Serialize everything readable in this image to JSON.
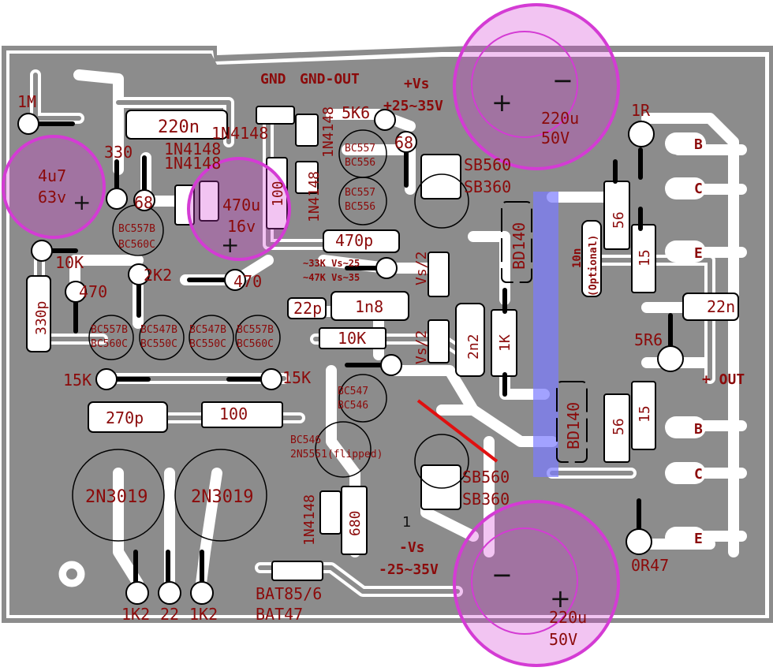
{
  "colors": {
    "board": "#8c8c8c",
    "trace": "#ffffff",
    "label": "#8b0a0a",
    "pad": "#ffffff",
    "magenta": "#d43bd4",
    "heatsink": "#7b7bff",
    "jumper": "#e01010"
  },
  "labels": {
    "r_1m": "1M",
    "c_4u7": "4u7",
    "c_63v": "63v",
    "r_10k_left": "10K",
    "c_330p": "330p",
    "r_470_left": "470",
    "r_330": "330",
    "r_68_left": "68",
    "q_bc557b_top": "BC557B",
    "q_bc560c_top": "BC560C",
    "c_220n": "220n",
    "d_1n4148_a": "1N4148",
    "d_1n4148_b": "1N4148",
    "c_470u": "470u",
    "c_16v": "16v",
    "d_1n4148_c": "1N4148",
    "r_100_vert": "100",
    "r_2k2": "2K2",
    "r_470_mid": "470",
    "gnd": "GND",
    "gnd_out": "GND-OUT",
    "d_1n4148_d": "1N4148",
    "d_1n4148_e": "1N4148",
    "r_5k6": "5K6",
    "q_bc557_a": "BC557",
    "q_bc556_a": "BC556",
    "q_bc557_b": "BC557",
    "q_bc556_b": "BC556",
    "r_68_mid": "68",
    "vs_pos": "+Vs",
    "vs_pos_range": "+25~35V",
    "c_220u_top": "220u",
    "c_50v_top": "50V",
    "r_1r": "1R",
    "d_sb560_top": "SB560",
    "d_sb360_top": "SB360",
    "c_470p": "470p",
    "r_33k_note": "~33K Vs~25",
    "r_47k_note": "~47K Vs~35",
    "vs_half_a": "Vs/2",
    "vs_half_b": "Vs/2",
    "q_bd140_top": "BD140",
    "c_10n": "10n",
    "optional": "(Optional)",
    "r_56_top": "56",
    "r_15_top": "15",
    "pin_b_top": "B",
    "pin_c_top": "C",
    "pin_e_top": "E",
    "c_22n": "22n",
    "r_5r6": "5R6",
    "out": "+ OUT",
    "c_22p": "22p",
    "c_1n8": "1n8",
    "r_10k_mid": "10K",
    "c_2n2": "2n2",
    "r_1k": "1K",
    "q_bc557b_l": "BC557B",
    "q_bc560c_l": "BC560C",
    "q_bc547b_a": "BC547B",
    "q_bc550c_a": "BC550C",
    "q_bc547b_b": "BC547B",
    "q_bc550c_b": "BC550C",
    "q_bc557b_r": "BC557B",
    "q_bc560c_r": "BC560C",
    "r_15k_left": "15K",
    "r_15k_right": "15K",
    "c_270p": "270p",
    "r_100_horiz": "100",
    "q_bc547_c": "BC547",
    "q_bc546_c": "BC546",
    "q_bc546_d": "BC546",
    "q_2n5551": "2N5551(flipped)",
    "q_bd140_bot": "BD140",
    "r_56_bot": "56",
    "r_15_bot": "15",
    "pin_b_bot": "B",
    "pin_c_bot": "C",
    "pin_e_bot": "E",
    "q_2n3019_a": "2N3019",
    "q_2n3019_b": "2N3019",
    "d_1n4148_f": "1N4148",
    "r_680": "680",
    "d_sb560_bot": "SB560",
    "d_sb360_bot": "SB360",
    "pin_1": "1",
    "vs_neg": "-Vs",
    "vs_neg_range": "-25~35V",
    "r_0r47": "0R47",
    "c_220u_bot": "220u",
    "c_50v_bot": "50V",
    "d_bat85": "BAT85/6",
    "d_bat47": "BAT47",
    "r_1k2_a": "1K2",
    "r_22": "22",
    "r_1k2_b": "1K2",
    "plus_top": "+",
    "minus_top": "−",
    "plus_bot": "+",
    "minus_bot": "−",
    "plus_4u7": "+",
    "plus_470u": "+"
  }
}
